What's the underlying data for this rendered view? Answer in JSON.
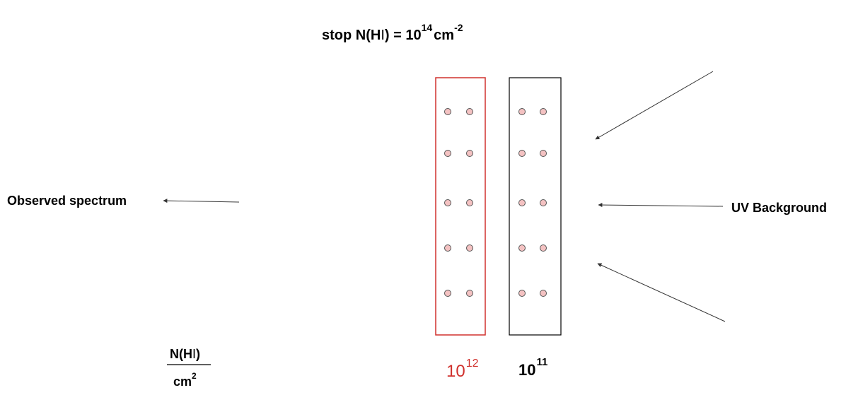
{
  "title": {
    "prefix": "stop N(H",
    "ion": "I",
    "middle": ") = 10",
    "exponent": "14",
    "unit": "cm",
    "unit_exponent": "-2"
  },
  "left_label": "Observed spectrum",
  "right_label": "UV Background",
  "axis_label": {
    "numerator": "N(H",
    "numerator_ion": "I",
    "numerator_close": ")",
    "denominator": "cm",
    "denominator_exponent": "2"
  },
  "slabs": [
    {
      "base": "10",
      "exponent": "12",
      "color": "#d0312d"
    },
    {
      "base": "10",
      "exponent": "11",
      "color": "#000000"
    }
  ],
  "colors": {
    "dot_fill": "#f4c2c2",
    "dot_stroke": "#555555",
    "arrow": "#333333"
  }
}
